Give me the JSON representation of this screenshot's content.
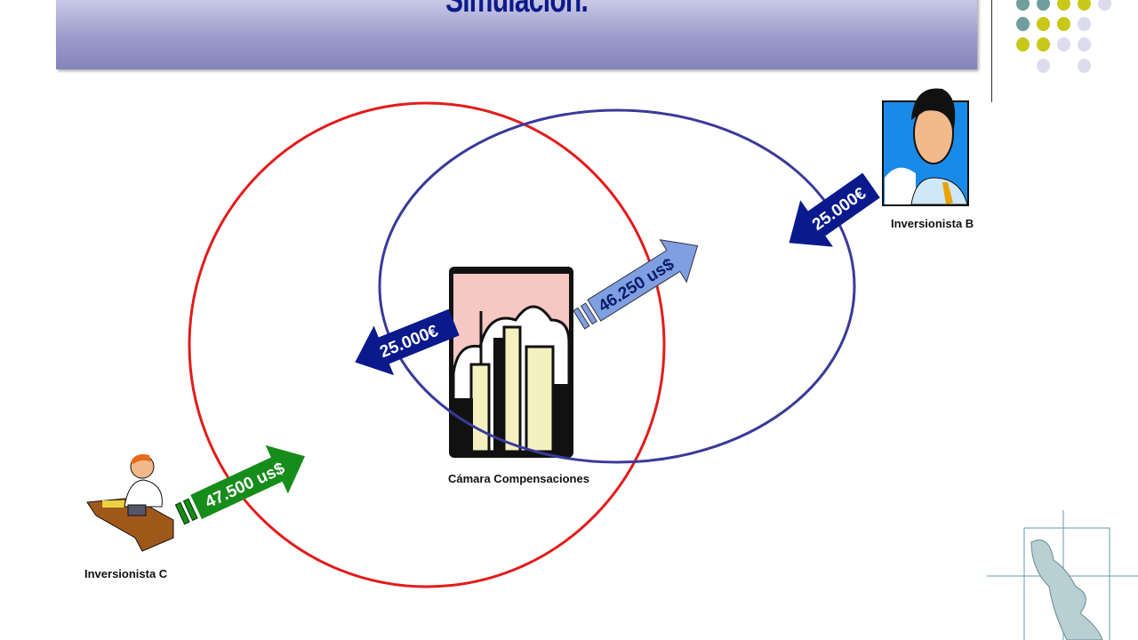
{
  "slide": {
    "title": "Simulación."
  },
  "labels": {
    "clearing_house": "Cámara Compensaciones",
    "investor_b": "Inversionista B",
    "investor_c": "Inversionista C"
  },
  "arrows": {
    "to_left": "25.000€",
    "to_right": "46.250 us$",
    "from_b": "25.000€",
    "from_c": "47.500 us$"
  },
  "colors": {
    "red_circle": "#e31b1b",
    "blue_circle": "#3a3a9a",
    "dark_blue": "#0a1a8c",
    "light_blue": "#7f9fe0",
    "green": "#168c1a"
  }
}
